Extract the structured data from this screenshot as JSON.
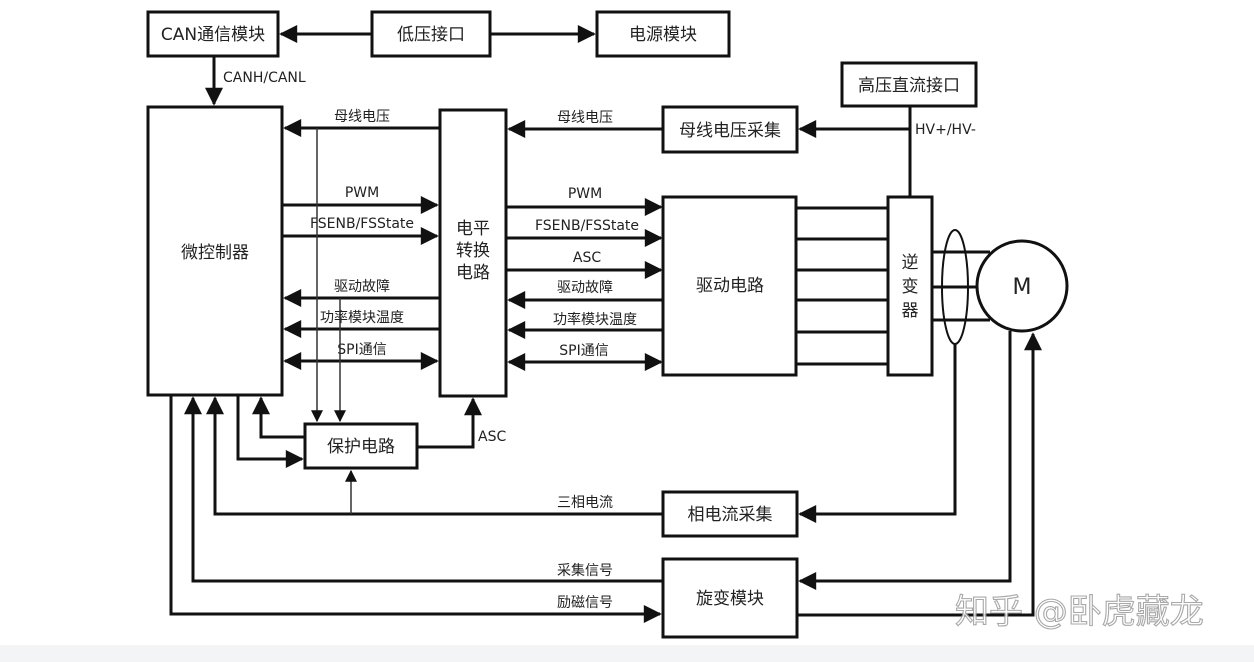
{
  "blocks": {
    "can_module": "CAN通信模块",
    "low_voltage_interface": "低压接口",
    "power_module": "电源模块",
    "hv_dc_interface": "高压直流接口",
    "microcontroller": "微控制器",
    "level_shift": [
      "电平",
      "转换",
      "电路"
    ],
    "bus_voltage_sampling": "母线电压采集",
    "driver_circuit": "驱动电路",
    "inverter": [
      "逆",
      "变",
      "器"
    ],
    "motor": "M",
    "protection_circuit": "保护电路",
    "phase_current_sampling": "相电流采集",
    "resolver_module": "旋变模块"
  },
  "signals": {
    "canh_canl": "CANH/CANL",
    "hv": "HV+/HV-",
    "left": {
      "bus_voltage": "母线电压",
      "pwm": "PWM",
      "fsenb": "FSENB/FSState",
      "drive_fault": "驱动故障",
      "module_temp": "功率模块温度",
      "spi": "SPI通信"
    },
    "right": {
      "bus_voltage": "母线电压",
      "pwm": "PWM",
      "fsenb": "FSENB/FSState",
      "asc": "ASC",
      "drive_fault": "驱动故障",
      "module_temp": "功率模块温度",
      "spi": "SPI通信"
    },
    "protection_asc": "ASC",
    "three_phase_current": "三相电流",
    "sample_signal": "采集信号",
    "excitation_signal": "励磁信号"
  },
  "watermark": "知乎 @卧虎藏龙"
}
